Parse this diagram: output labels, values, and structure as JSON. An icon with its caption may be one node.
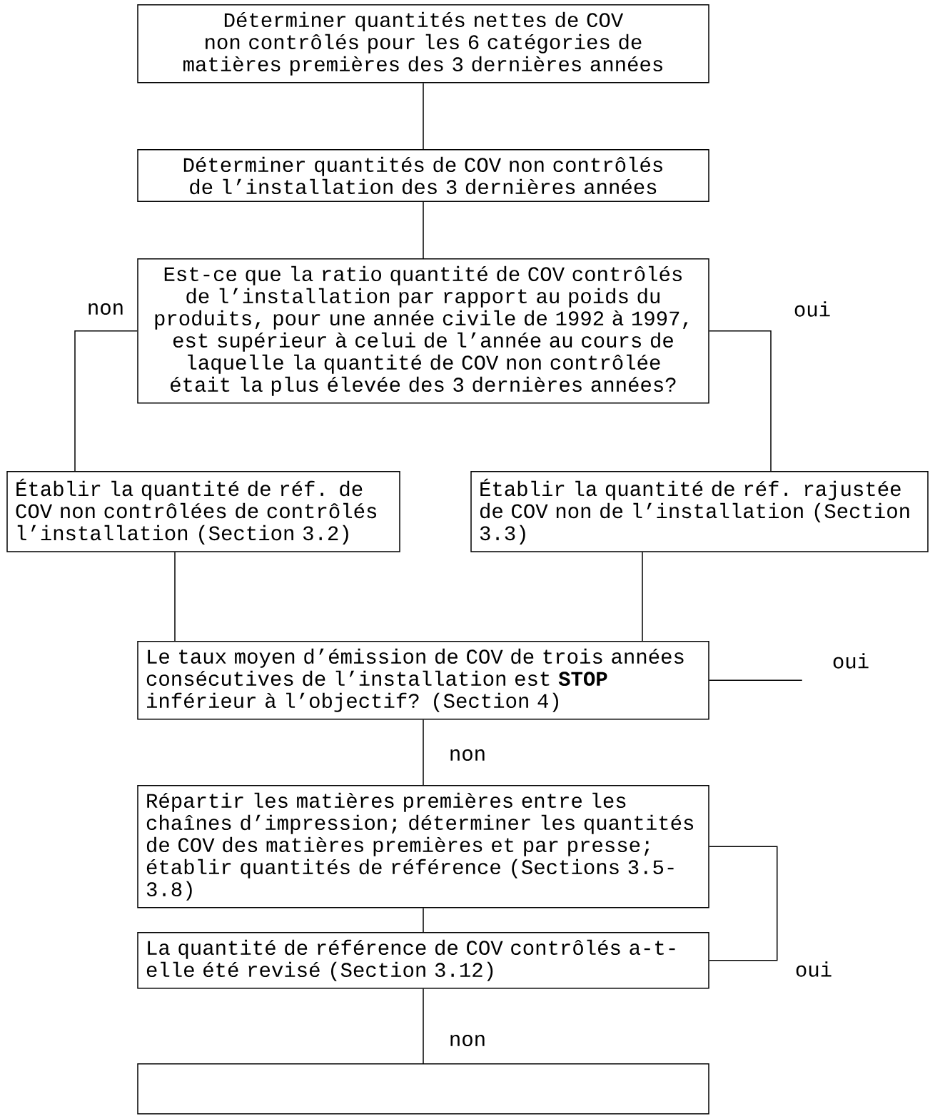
{
  "diagram": {
    "nodes": [
      {
        "text": [
          "Déterminer quantités nettes de COV non contrôlés pour les 6 catégories de matières premières des 3 dernières années"
        ]
      },
      {
        "text": [
          "Déterminer quantités de COV non contrôlés de l’installation des 3 dernières années"
        ]
      },
      {
        "text": [
          "Est-ce que la ratio quantité de COV contrôlés de l’installation par rapport au poids du produits, pour une année civile de 1992 à 1997, est supérieur à celui de l’année au cours de laquelle la quantité de COV non contrôlée était la plus élevée des 3 dernières années?"
        ]
      },
      {
        "text": [
          "Établir la quantité de réf. de COV non contrôlées de contrôlés l’installation (Section 3.2)"
        ]
      },
      {
        "text": [
          "Établir la quantité de réf. rajustée de COV non de l’installation (Section 3.3)"
        ]
      },
      {
        "text": [
          "Le taux moyen d’émission de COV de trois années consécutives de l’installation est **STOP** inférieur à l’objectif? (Section 4)"
        ]
      },
      {
        "text": [
          "Répartir les matières premières entre les chaînes d’impression; déterminer les quantités de COV des matières premières et par presse; établir quantités de référence (Sections 3.5-3.8)"
        ]
      },
      {
        "text": [
          "La quantité de référence de COV contrôlés a-t-elle été revisé (Section 3.12)"
        ]
      },
      {
        "text": [],
        "shape": "box"
      }
    ],
    "edges": [
      {
        "from": 0,
        "to": 1,
        "arrow": "none"
      },
      {
        "from": 1,
        "to": 2,
        "arrow": "none"
      },
      {
        "from": 2,
        "to": 3,
        "arrow": "none",
        "label": "non"
      },
      {
        "from": 2,
        "to": 4,
        "arrow": "none",
        "label": "oui"
      },
      {
        "from": 3,
        "to": 5,
        "arrow": "none"
      },
      {
        "from": 4,
        "to": 5,
        "arrow": "none"
      },
      {
        "from": 5,
        "to": null,
        "arrow": "none",
        "label": "oui"
      },
      {
        "from": 5,
        "to": 6,
        "arrow": "none",
        "label": "non"
      },
      {
        "from": 6,
        "to": 7,
        "arrow": "none"
      },
      {
        "from": 7,
        "to": 6,
        "arrow": "none",
        "label": "oui"
      },
      {
        "from": 7,
        "to": 8,
        "arrow": "none",
        "label": "non"
      }
    ]
  }
}
